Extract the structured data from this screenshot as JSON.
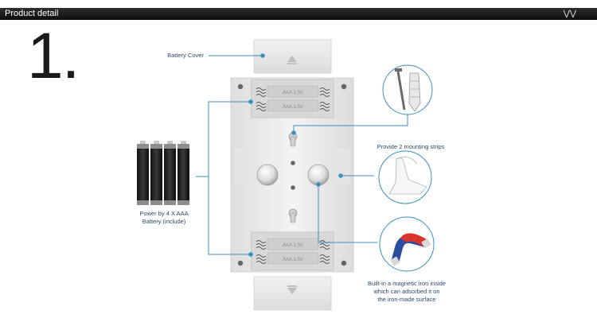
{
  "header": {
    "title": "Product detail",
    "expand_icon": "double-chevron-down-icon"
  },
  "step_number": "1.",
  "labels": {
    "battery_cover": "Battery Cover",
    "mounting_strips": "Provide 2 mounting strips",
    "batteries_line1": "Power by 4 X AAA",
    "batteries_line2": "Battery (include)",
    "magnet_line1": "Built-in a magnetic iron inside",
    "magnet_line2": "which can adsorbed it on",
    "magnet_line3": "the iron-made surface"
  },
  "battery_text": "AAA 1.5V",
  "colors": {
    "leader": "#3a8fc0",
    "panel": "#ebebeb",
    "magnet_blue": "#2b4ea0",
    "magnet_red": "#d8352a"
  }
}
